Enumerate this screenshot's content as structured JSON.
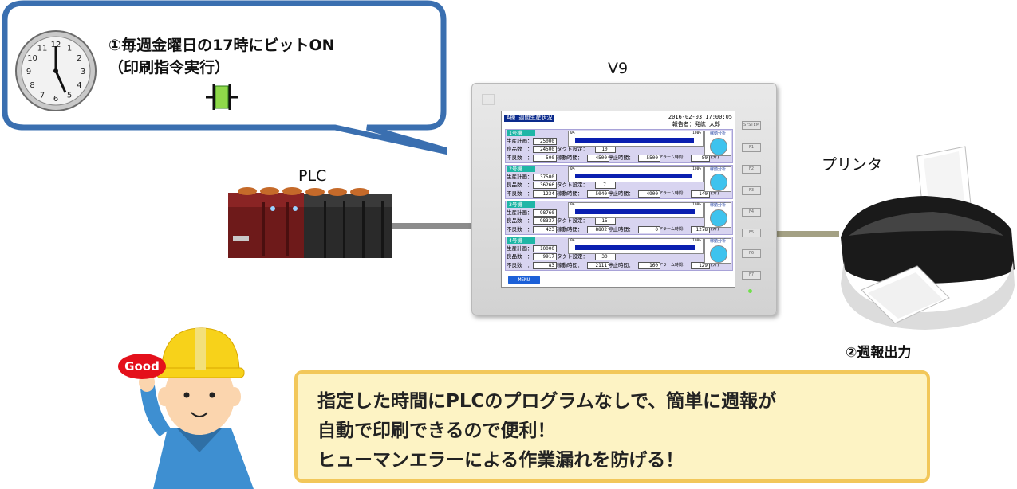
{
  "bubble": {
    "line1": "①毎週金曜日の17時にビットON",
    "line2": "（印刷指令実行）"
  },
  "clock": {
    "numerals": [
      "12",
      "1",
      "2",
      "3",
      "4",
      "5",
      "6",
      "7",
      "8",
      "9",
      "10",
      "11"
    ]
  },
  "labels": {
    "v9": "V9",
    "plc": "PLC",
    "printer": "プリンタ",
    "weekly_output": "②週報出力"
  },
  "good_badge": "Good",
  "info_box": {
    "line1": "指定した時間にPLCのプログラムなしで、簡単に週報が",
    "line2": "自動で印刷できるので便利！",
    "line3": "ヒューマンエラーによる作業漏れを防げる！"
  },
  "screen": {
    "title": "A棟 週間生産状況",
    "datetime": "2016-02-03 17:00:05",
    "reporter": "報告者：発紘 太郎",
    "menu": "MENU",
    "labels": {
      "plan": "生産計画：",
      "good": "良品数　：",
      "bad": "不良数　：",
      "takt": "タクト設定：",
      "run": "稼動時間：",
      "stop": "停止時間：",
      "alarm": "アラーム時間：",
      "min": "(分)",
      "zero": "0%",
      "hundred": "100%",
      "gauge": "稼動分析"
    },
    "machines": [
      {
        "name": "1号機",
        "plan": "25000",
        "good": "24500",
        "takt": "10",
        "bad": "500",
        "run": "4500",
        "stop": "5500",
        "alarm": "80",
        "fill": 0.98
      },
      {
        "name": "2号機",
        "plan": "37500",
        "good": "36266",
        "takt": "7",
        "bad": "1234",
        "run": "5040",
        "stop": "4900",
        "alarm": "140",
        "fill": 0.97
      },
      {
        "name": "3号機",
        "plan": "98760",
        "good": "98337",
        "takt": "15",
        "bad": "423",
        "run": "8802",
        "stop": "0",
        "alarm": "1278",
        "fill": 0.99
      },
      {
        "name": "4号機",
        "plan": "10000",
        "good": "9917",
        "takt": "30",
        "bad": "83",
        "run": "2111",
        "stop": "160",
        "alarm": "129",
        "fill": 0.99
      }
    ]
  },
  "fkeys": [
    "SYSTEM",
    "F1",
    "F2",
    "F3",
    "F4",
    "F5",
    "F6",
    "F7"
  ],
  "colors": {
    "bubble_border": "#3a6fb0",
    "info_border": "#f2c75a",
    "info_bg": "#fdf3c4",
    "badge_red": "#e4101b",
    "screen_bar": "#0a1fb0",
    "machine_tag": "#1fb6a6"
  }
}
